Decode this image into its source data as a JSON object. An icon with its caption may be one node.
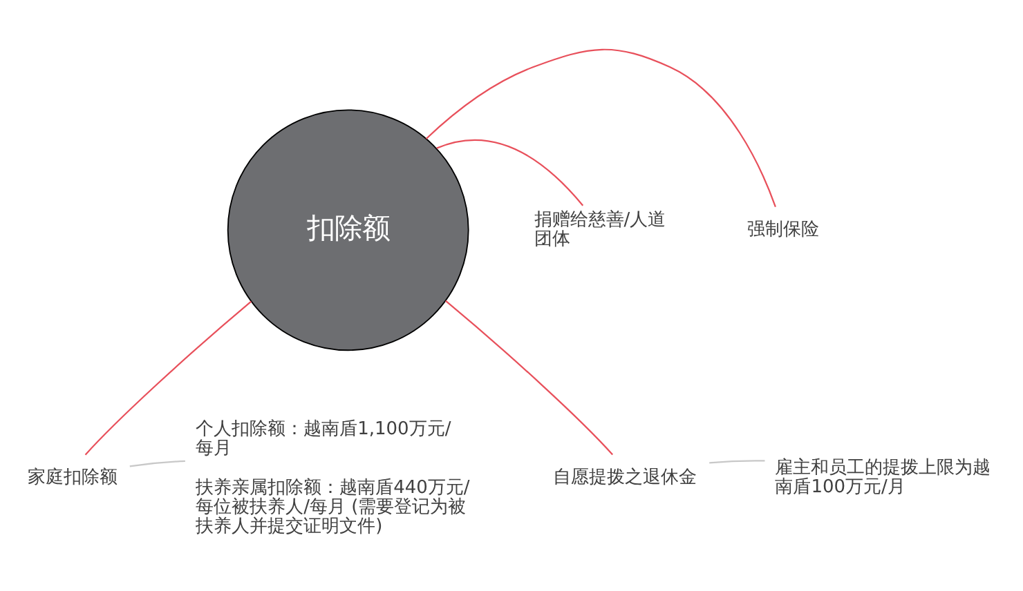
{
  "diagram": {
    "nodes": [
      {
        "text": [
          "扣除额"
        ]
      },
      {
        "text": [
          "家庭扣除额"
        ]
      },
      {
        "text": [
          "强制保险"
        ]
      },
      {
        "text": [
          "自愿提拨之退休金"
        ]
      },
      {
        "text": [
          "捐赠给慈善/人道团体"
        ]
      },
      {
        "text": [
          "个人扣除额：越南盾1,100万元/每月",
          "扶养亲属扣除额：越南盾440万元/每位被扶养人/每月 (需要登记为被扶养人并提交证明文件)"
        ]
      },
      {
        "text": [
          "雇主和员工的提拨上限为越南盾100万元/月"
        ]
      }
    ],
    "edges": [
      {
        "from": 0,
        "to": 1,
        "arrow": "none"
      },
      {
        "from": 0,
        "to": 2,
        "arrow": "none"
      },
      {
        "from": 0,
        "to": 3,
        "arrow": "none"
      },
      {
        "from": 0,
        "to": 4,
        "arrow": "none"
      },
      {
        "from": 1,
        "to": 5,
        "arrow": "none",
        "color": "#c8c8c8"
      },
      {
        "from": 3,
        "to": 6,
        "arrow": "none",
        "color": "#c8c8c8"
      }
    ]
  }
}
